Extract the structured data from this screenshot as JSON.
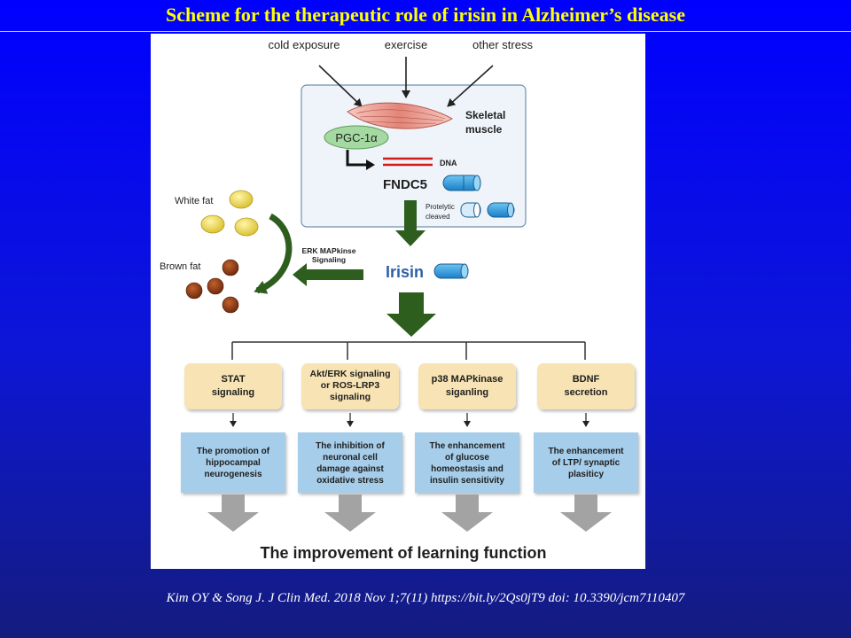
{
  "slide": {
    "title": "Scheme for the therapeutic role of irisin in Alzheimer’s disease",
    "citation": "Kim OY & Song J.  J Clin Med. 2018 Nov 1;7(11) https://bit.ly/2Qs0jT9 doi: 10.3390/jcm7110407"
  },
  "diagram": {
    "stimuli": [
      "cold exposure",
      "exercise",
      "other stress"
    ],
    "muscle_label": [
      "Skeletal",
      "muscle"
    ],
    "pgc_label": "PGC-1α",
    "dna_label": "DNA",
    "fndc5_label": "FNDC5",
    "cleaved_label": [
      "Protelytic",
      "cleaved"
    ],
    "white_fat_label": "White fat",
    "brown_fat_label": "Brown fat",
    "erk_label": [
      "ERK MAPkinse",
      "Signaling"
    ],
    "irisin_label": "Irisin",
    "pathways": [
      {
        "signal": [
          "STAT",
          "signaling"
        ],
        "effect": [
          "The promotion of",
          "hippocampal",
          "neurogenesis"
        ]
      },
      {
        "signal": [
          "Akt/ERK signaling",
          "or  ROS-LRP3",
          "signaling"
        ],
        "effect": [
          "The inhibition of",
          "neuronal cell",
          "damage against",
          "oxidative stress"
        ]
      },
      {
        "signal": [
          "p38 MAPkinase",
          "siganling"
        ],
        "effect": [
          "The enhancement",
          "of glucose",
          "homeostasis and",
          "insulin sensitivity"
        ]
      },
      {
        "signal": [
          "BDNF",
          "secretion"
        ],
        "effect": [
          "The enhancement",
          "of LTP/ synaptic",
          "plasiticy"
        ]
      }
    ],
    "outcome": "The improvement of learning function"
  },
  "colors": {
    "title": "#ffff00",
    "dark_green_arrow": "#2d5e1e",
    "irisin_text": "#2f5fa8",
    "signal_box": "#f7e3b3",
    "effect_box": "#a6cdea",
    "gray_arrow": "#a3a3a3",
    "white_fat": "#e8d140",
    "brown_fat": "#8e3a16",
    "pgc_ellipse": "#a4d9a1",
    "dna_lines": "#d11a1a",
    "protein_blue": "#2f9ddc"
  }
}
